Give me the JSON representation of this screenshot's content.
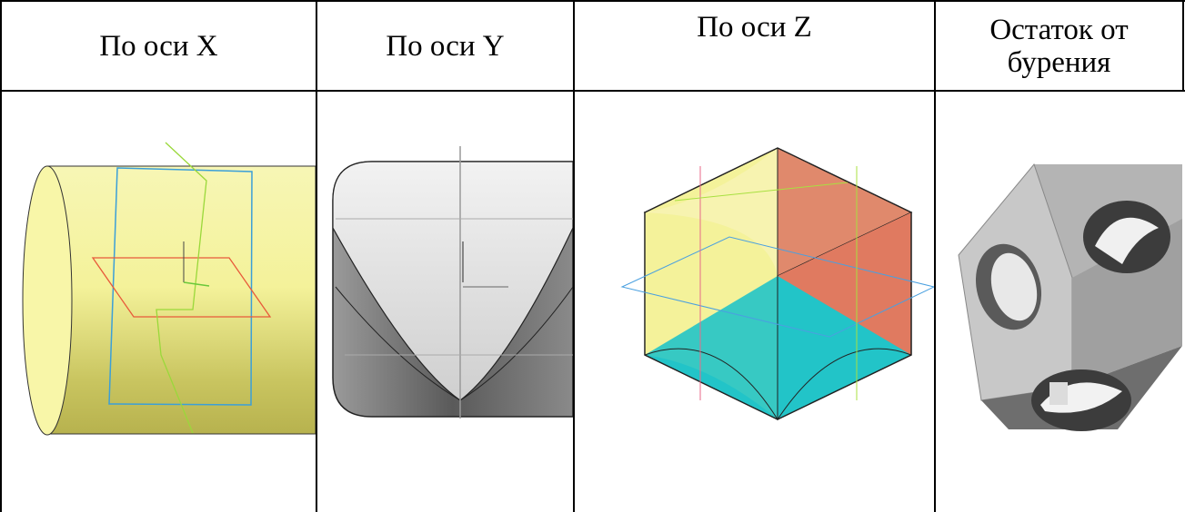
{
  "table": {
    "columns": [
      {
        "header": "По оси X",
        "image": "yellow-cylinder-x-axis"
      },
      {
        "header": "По оси Y",
        "image": "gray-cylinder-y-axis"
      },
      {
        "header": "По оси Z",
        "image": "colored-cube-z-axis"
      },
      {
        "header_line1": "Остаток от",
        "header_line2": "бурения",
        "image": "gray-drilled-cube"
      }
    ]
  },
  "colors": {
    "yellow": "#f4f29a",
    "gray": "#a8a8a8",
    "red": "#e07a60",
    "cyan": "#22c4c8",
    "grid": "#000000"
  }
}
